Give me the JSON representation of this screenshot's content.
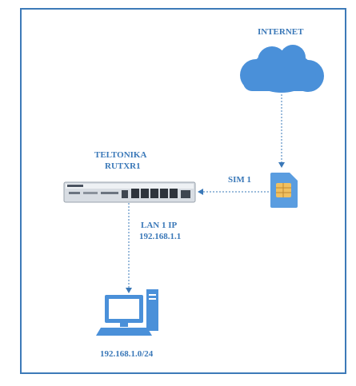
{
  "internet": {
    "label": "INTERNET"
  },
  "router": {
    "brand_line": "TELTONIKA",
    "model_line": "RUTXR1"
  },
  "sim": {
    "label": "SIM 1"
  },
  "lan": {
    "label": "LAN 1 IP",
    "ip": "192.168.1.1"
  },
  "client": {
    "subnet": "192.168.1.0/24"
  },
  "colors": {
    "accent": "#3a78b8",
    "cloud": "#4a90d9",
    "sim_body": "#5a9de0",
    "sim_chip": "#f0c060"
  }
}
